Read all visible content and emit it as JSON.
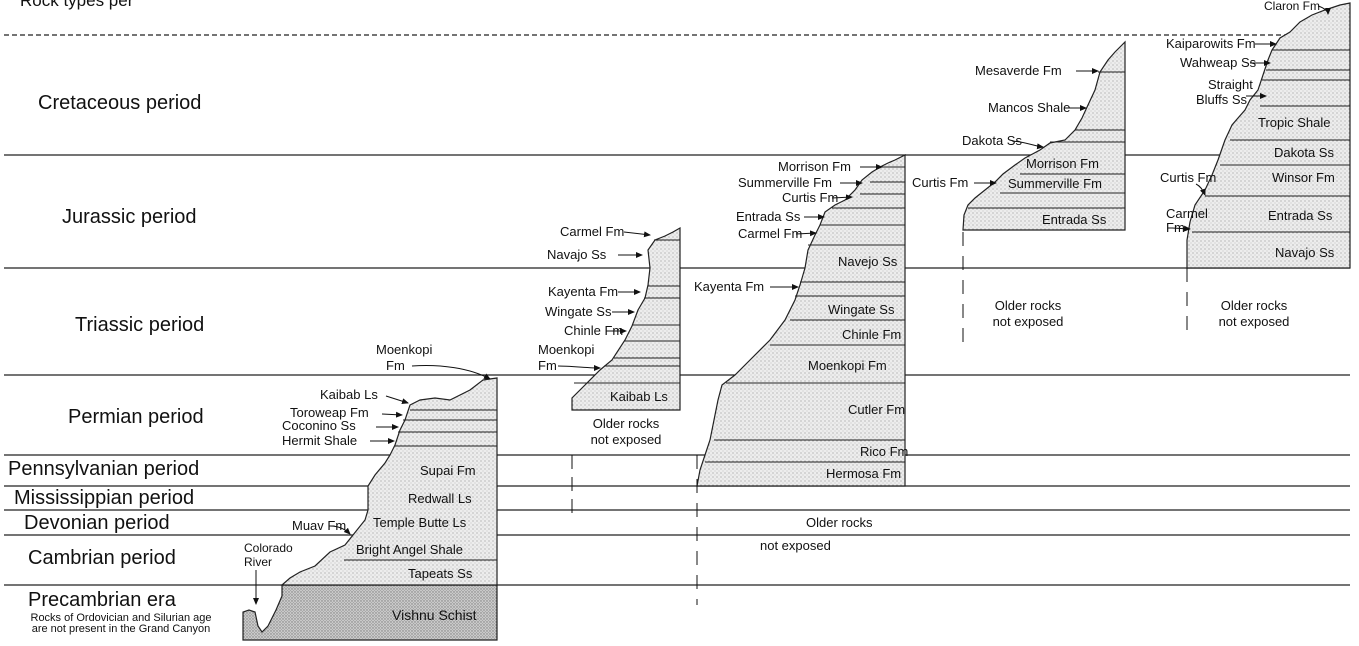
{
  "figure": {
    "header_fragment": "Rock types per",
    "periods": [
      {
        "id": "cretaceous",
        "label": "Cretaceous period"
      },
      {
        "id": "jurassic",
        "label": "Jurassic period"
      },
      {
        "id": "triassic",
        "label": "Triassic period"
      },
      {
        "id": "permian",
        "label": "Permian period"
      },
      {
        "id": "pennsylvanian",
        "label": "Pennsylvanian period"
      },
      {
        "id": "mississippian",
        "label": "Mississippian period"
      },
      {
        "id": "devonian",
        "label": "Devonian period"
      },
      {
        "id": "cambrian",
        "label": "Cambrian period"
      },
      {
        "id": "precambrian",
        "label": "Precambrian era"
      }
    ],
    "footnote_lines": [
      "Rocks of Ordovician and Silurian age",
      "are not present in the Grand Canyon"
    ],
    "columns": {
      "grand_canyon": {
        "inner_labels": [
          "Supai Fm",
          "Redwall Ls",
          "Temple Butte Ls",
          "Bright Angel Shale",
          "Tapeats Ss",
          "Vishnu Schist"
        ],
        "callouts": [
          "Moenkopi",
          "Fm",
          "Kaibab Ls",
          "Toroweap Fm",
          "Coconino Ss",
          "Hermit Shale",
          "Muav Fm",
          "Colorado",
          "River"
        ]
      },
      "zion": {
        "inner_labels": [
          "Kaibab Ls"
        ],
        "callouts": [
          "Carmel Fm",
          "Navajo Ss",
          "Kayenta Fm",
          "Wingate Ss",
          "Chinle Fm",
          "Moenkopi",
          "Fm"
        ],
        "notes": [
          "Older rocks",
          "not exposed"
        ]
      },
      "moab": {
        "inner_labels": [
          "Navejo Ss",
          "Wingate Ss",
          "Chinle Fm",
          "Moenkopi Fm",
          "Cutler Fm",
          "Rico Fm",
          "Hermosa Fm"
        ],
        "callouts": [
          "Morrison Fm",
          "Summerville Fm",
          "Curtis Fm",
          "Entrada Ss",
          "Carmel Fm",
          "Kayenta Fm"
        ],
        "notes": [
          "Older rocks",
          "not exposed"
        ]
      },
      "mesaverde": {
        "inner_labels": [
          "Morrison Fm",
          "Summerville Fm",
          "Entrada Ss"
        ],
        "callouts": [
          "Mesaverde Fm",
          "Mancos Shale",
          "Dakota Ss",
          "Curtis Fm"
        ],
        "notes": [
          "Older rocks",
          "not exposed"
        ]
      },
      "bryce": {
        "inner_labels": [
          "Tropic Shale",
          "Dakota Ss",
          "Winsor Fm",
          "Entrada Ss",
          "Navajo Ss"
        ],
        "callouts": [
          "Claron Fm",
          "Kaiparowits Fm",
          "Wahweap Ss",
          "Straight",
          "Bluffs Ss",
          "Curtis Fm",
          "Carmel",
          "Fm"
        ],
        "notes": [
          "Older rocks",
          "not exposed"
        ]
      }
    }
  }
}
